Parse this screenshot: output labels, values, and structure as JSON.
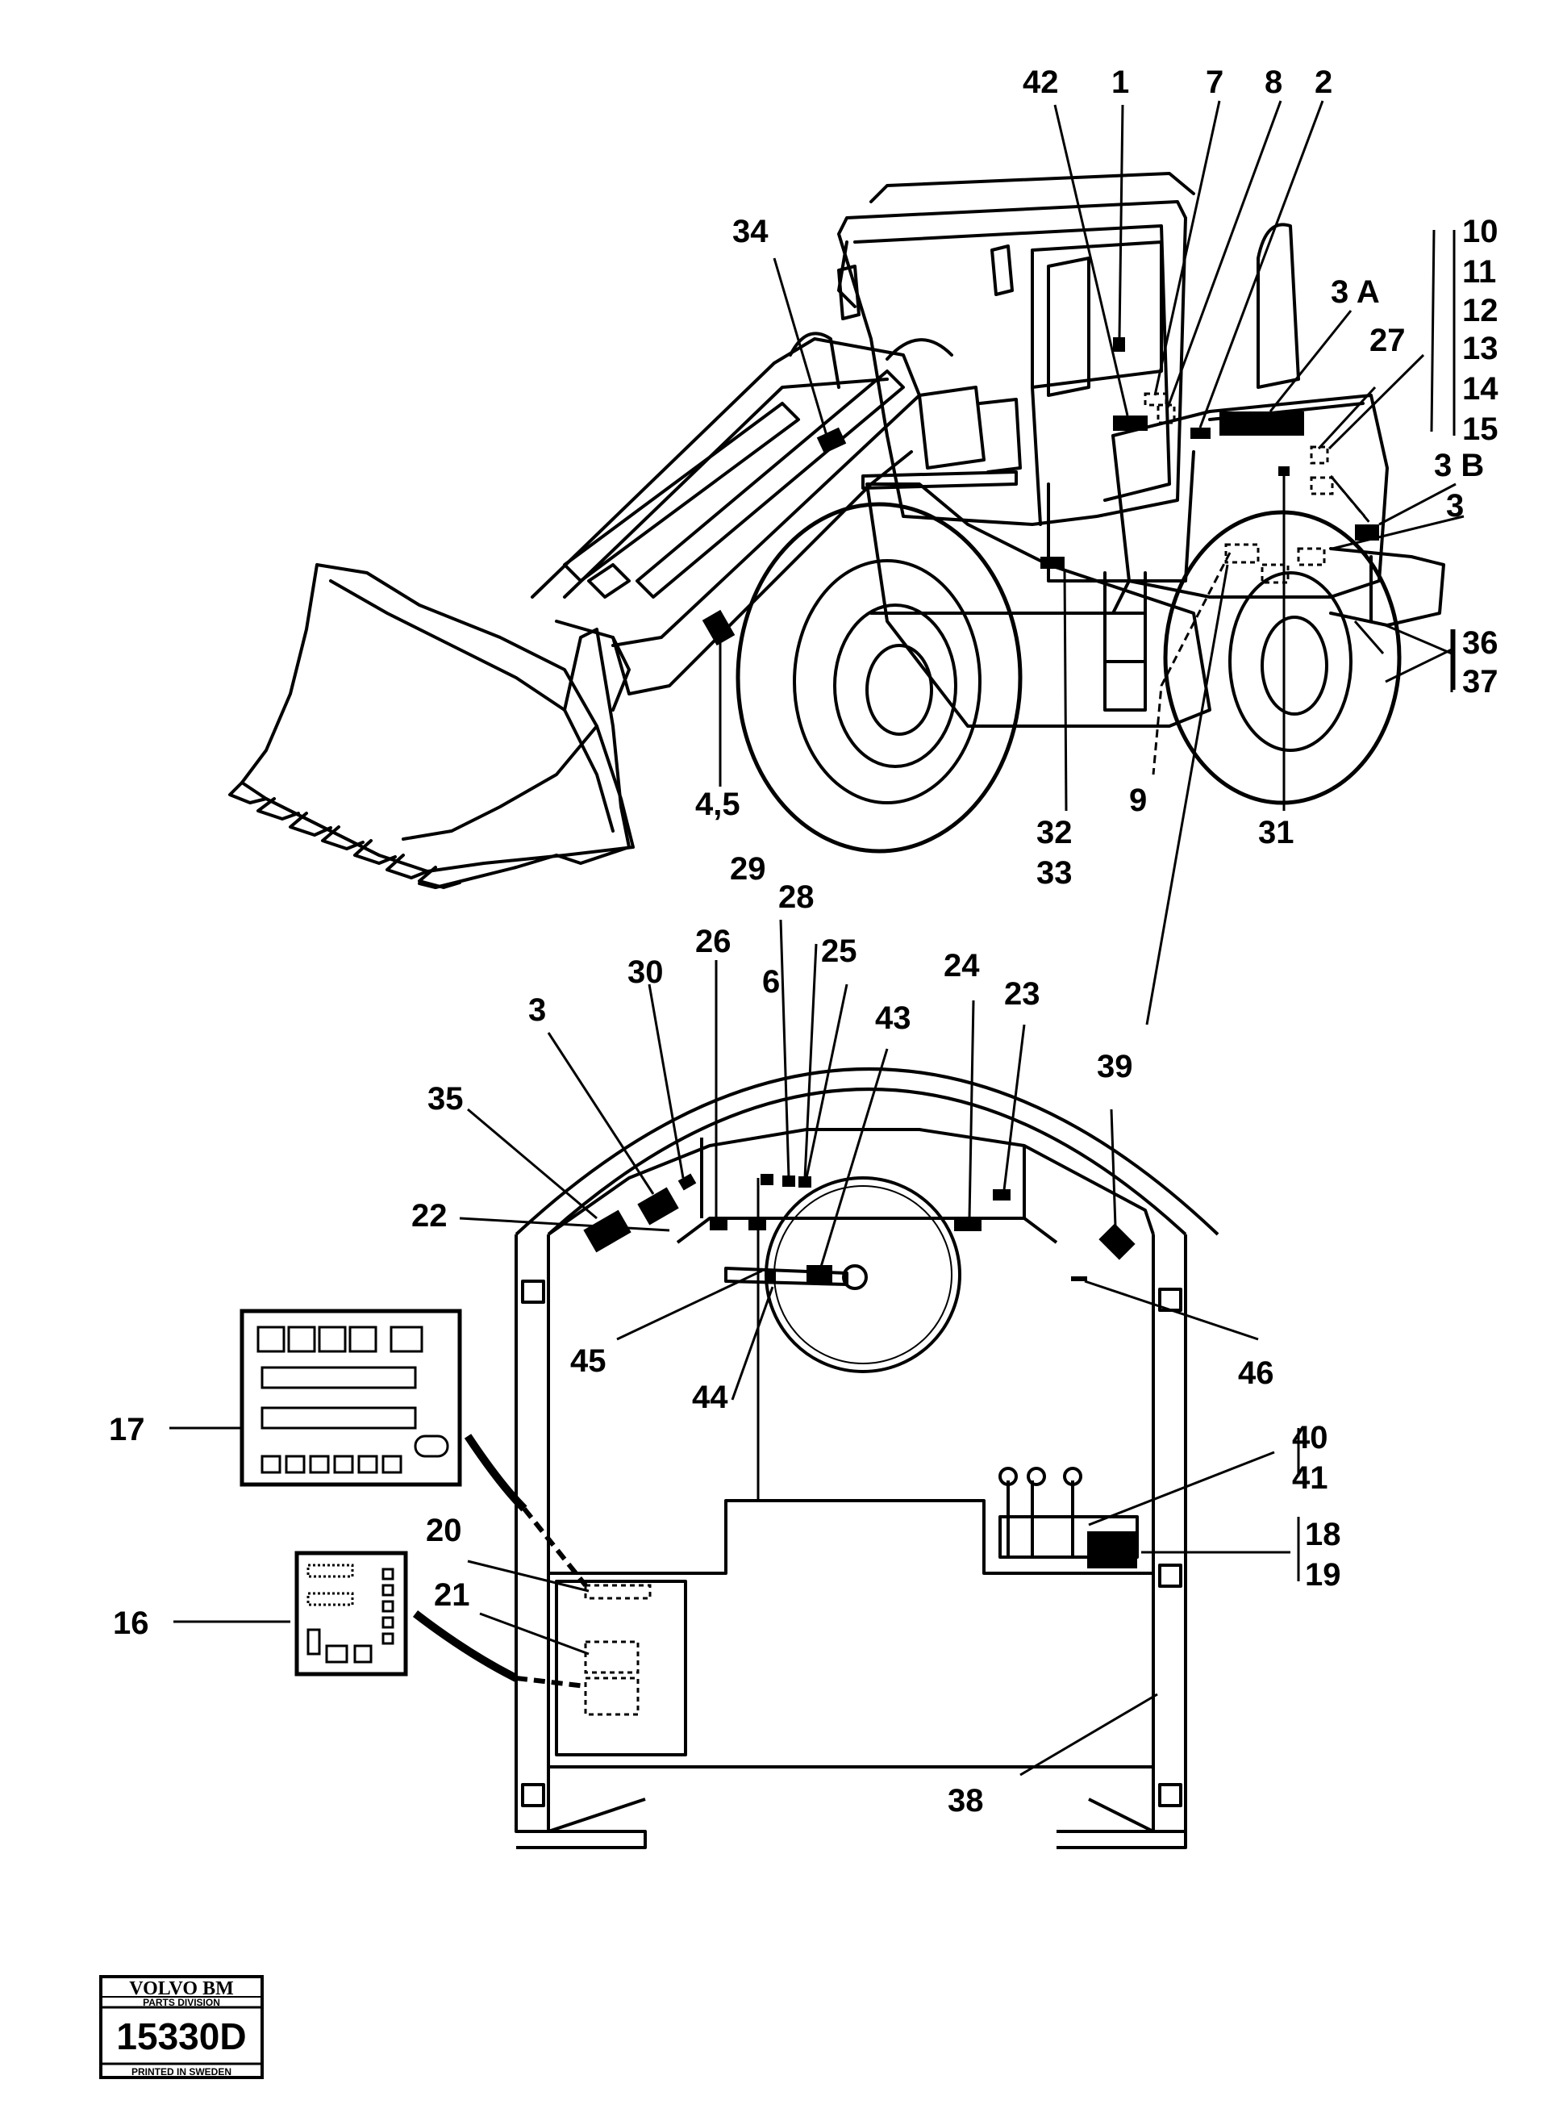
{
  "callouts": {
    "c42": "42",
    "c1": "1",
    "c7": "7",
    "c8": "8",
    "c2": "2",
    "c34": "34",
    "c3a": "3 A",
    "c27": "27",
    "c10": "10",
    "c11": "11",
    "c12": "12",
    "c13": "13",
    "c14": "14",
    "c15": "15",
    "c3b": "3 B",
    "c3_top": "3",
    "c36": "36",
    "c37": "37",
    "c45_top": "4,5",
    "c32": "32",
    "c33": "33",
    "c9": "9",
    "c31": "31",
    "c29": "29",
    "c28": "28",
    "c26": "26",
    "c6": "6",
    "c25": "25",
    "c43": "43",
    "c24": "24",
    "c23": "23",
    "c30": "30",
    "c3_cab": "3",
    "c39": "39",
    "c35": "35",
    "c22": "22",
    "c45": "45",
    "c44": "44",
    "c46": "46",
    "c17": "17",
    "c40": "40",
    "c41": "41",
    "c20": "20",
    "c18": "18",
    "c19": "19",
    "c21": "21",
    "c16": "16",
    "c38": "38"
  },
  "stamp": {
    "brand": "VOLVO BM",
    "division": "PARTS DIVISION",
    "number": "15330D",
    "printed": "PRINTED IN SWEDEN"
  }
}
